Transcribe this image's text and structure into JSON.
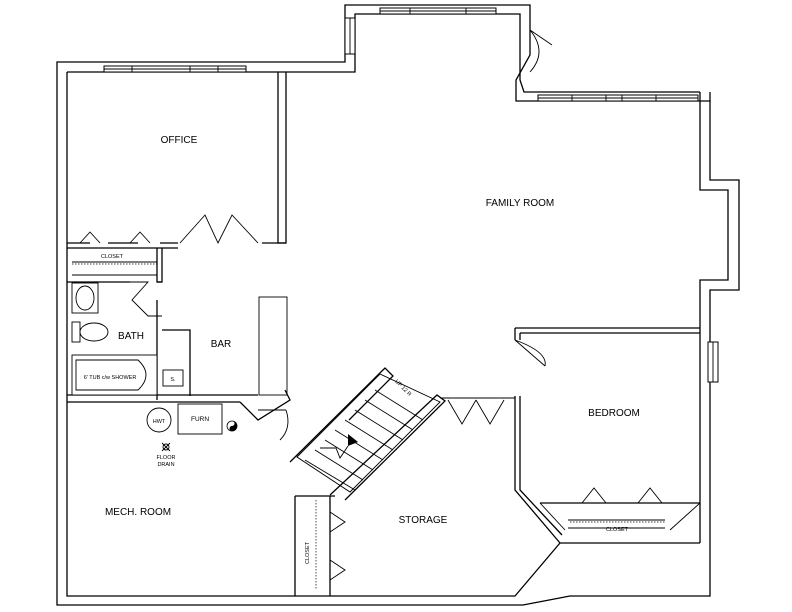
{
  "rooms": {
    "office": "OFFICE",
    "family_room": "FAMILY ROOM",
    "closet_office": "CLOSET",
    "bath": "BATH",
    "bar": "BAR",
    "tub": "6' TUB c/w SHOWER",
    "sink": "S.",
    "hwt": "HWT",
    "furn": "FURN",
    "floor_drain_1": "FLOOR",
    "floor_drain_2": "DRAIN",
    "mech_room": "MECH. ROOM",
    "storage": "STORAGE",
    "closet_storage": "CLOSET",
    "bedroom": "BEDROOM",
    "closet_bedroom": "CLOSET",
    "stair": "UP 12 R"
  },
  "icons": [
    "door-swing-icon",
    "bifold-door-icon",
    "window-icon",
    "toilet-icon",
    "sink-icon",
    "bathtub-icon",
    "water-heater-icon",
    "furnace-icon",
    "floor-drain-icon",
    "stair-arrow-icon"
  ]
}
